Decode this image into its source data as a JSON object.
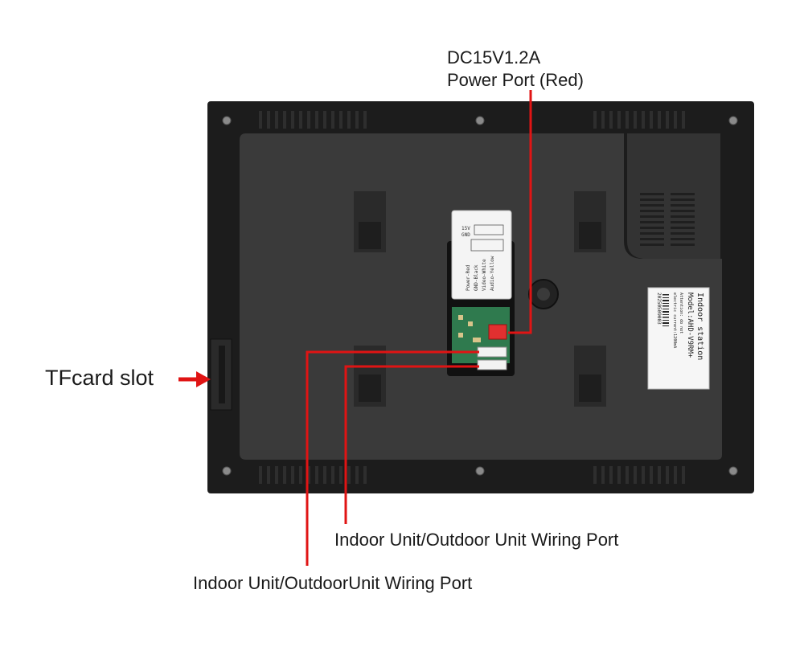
{
  "callouts": {
    "power_line1": "DC15V1.2A",
    "power_line2": "Power Port (Red)",
    "tfcard": "TFcard slot",
    "wiring_port_a": "Indoor Unit/Outdoor Unit Wiring Port",
    "wiring_port_b": "Indoor Unit/OutdoorUnit Wiring Port"
  },
  "sticker": {
    "line1": "Indoor station",
    "line2": "Model:AHD-V9RM+",
    "line3": "Attention: do not",
    "line4": "electric current:1200mA",
    "serial": "20250509003"
  },
  "connector_label": {
    "row1": "15V",
    "row2": "GND",
    "pin_labels": [
      "Power-Red",
      "GND-Black",
      "Video-White",
      "Audio-Yellow"
    ]
  },
  "colors": {
    "callout_line": "#e01414",
    "housing": "#1c1c1c",
    "panel": "#3a3a3a",
    "pcb": "#2f7a4e",
    "power_connector": "#e23030"
  }
}
